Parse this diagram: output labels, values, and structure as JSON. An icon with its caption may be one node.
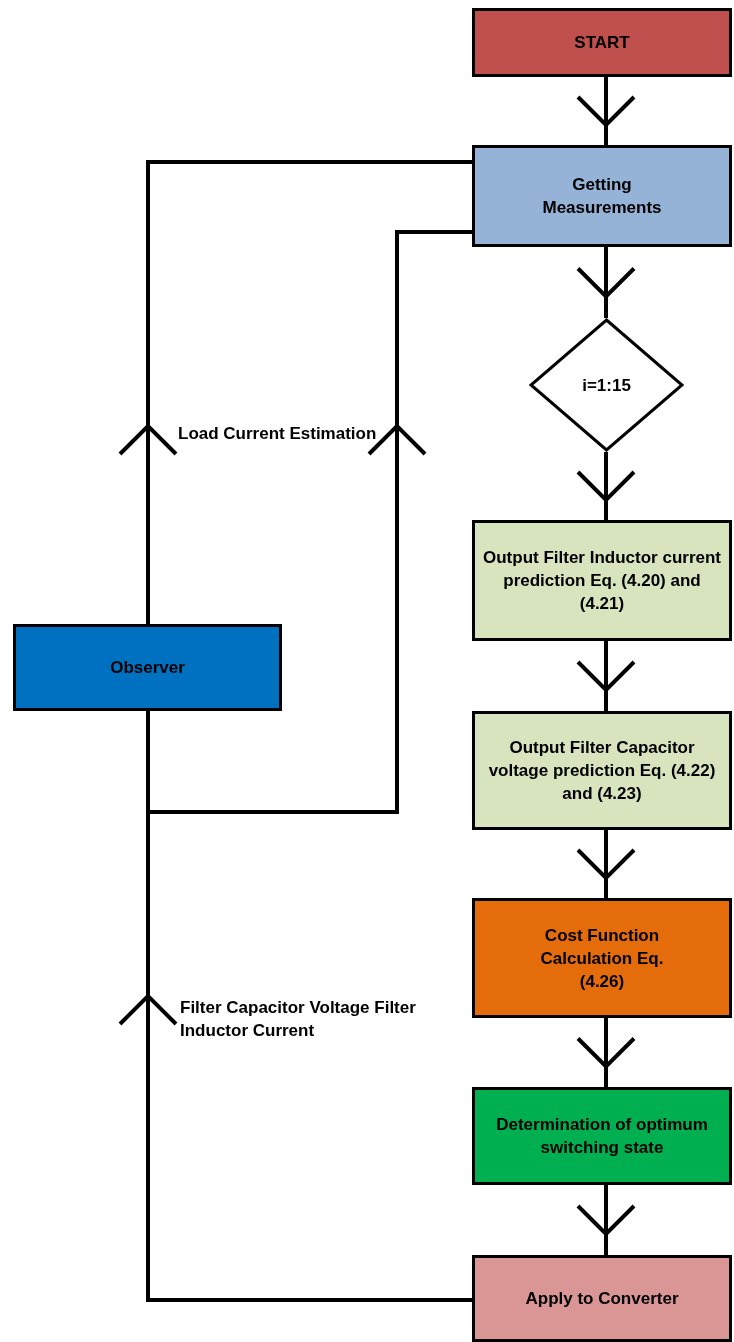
{
  "diagram": {
    "nodes": [
      {
        "text": [
          "START"
        ]
      },
      {
        "text": [
          "Getting Measurements"
        ]
      },
      {
        "text": [
          "i=1:15"
        ]
      },
      {
        "text": [
          "Output Filter Inductor current prediction Eq. (4.20) and (4.21)"
        ]
      },
      {
        "text": [
          "Output Filter Capacitor voltage prediction Eq. (4.22) and (4.23)"
        ]
      },
      {
        "text": [
          "Cost Function Calculation Eq. (4.26)"
        ]
      },
      {
        "text": [
          "Determination of optimum switching state"
        ]
      },
      {
        "text": [
          "Apply to Converter"
        ]
      },
      {
        "text": [
          "Observer"
        ]
      }
    ],
    "edges": [
      {
        "from": 0,
        "to": 1,
        "arrow": "to"
      },
      {
        "from": 1,
        "to": 2,
        "arrow": "to"
      },
      {
        "from": 2,
        "to": 3,
        "arrow": "to"
      },
      {
        "from": 3,
        "to": 4,
        "arrow": "to"
      },
      {
        "from": 4,
        "to": 5,
        "arrow": "to"
      },
      {
        "from": 5,
        "to": 6,
        "arrow": "to"
      },
      {
        "from": 6,
        "to": 7,
        "arrow": "to"
      },
      {
        "from": 7,
        "to": 8,
        "arrow": "to",
        "label": "Filter Capacitor Voltage Filter Inductor Current"
      },
      {
        "from": 7,
        "to": 1,
        "arrow": "to"
      },
      {
        "from": 8,
        "to": 1,
        "arrow": "to",
        "label": "Load Current Estimation"
      }
    ]
  }
}
